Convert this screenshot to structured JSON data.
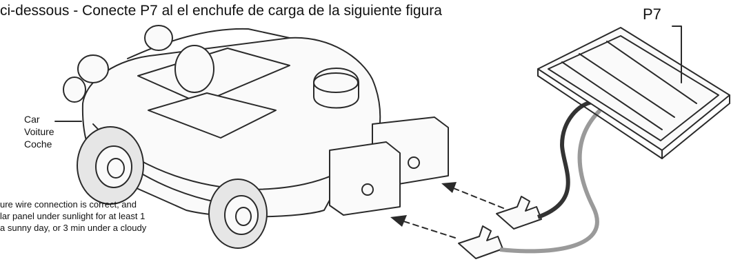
{
  "header": {
    "text": "ci-dessous  -  Conecte P7 al el enchufe de carga de la siguiente figura"
  },
  "car_label": {
    "lines": [
      "Car",
      "Voiture",
      "Coche"
    ]
  },
  "note": {
    "lines": [
      "ure wire connection is correct, and",
      "lar panel under sunlight for at least 1",
      "a sunny day, or 3 min under a cloudy"
    ]
  },
  "solar_panel": {
    "label": "P7"
  },
  "colors": {
    "line": "#2a2a2a",
    "dark_wire": "#333333",
    "light_wire": "#9a9a9a"
  }
}
